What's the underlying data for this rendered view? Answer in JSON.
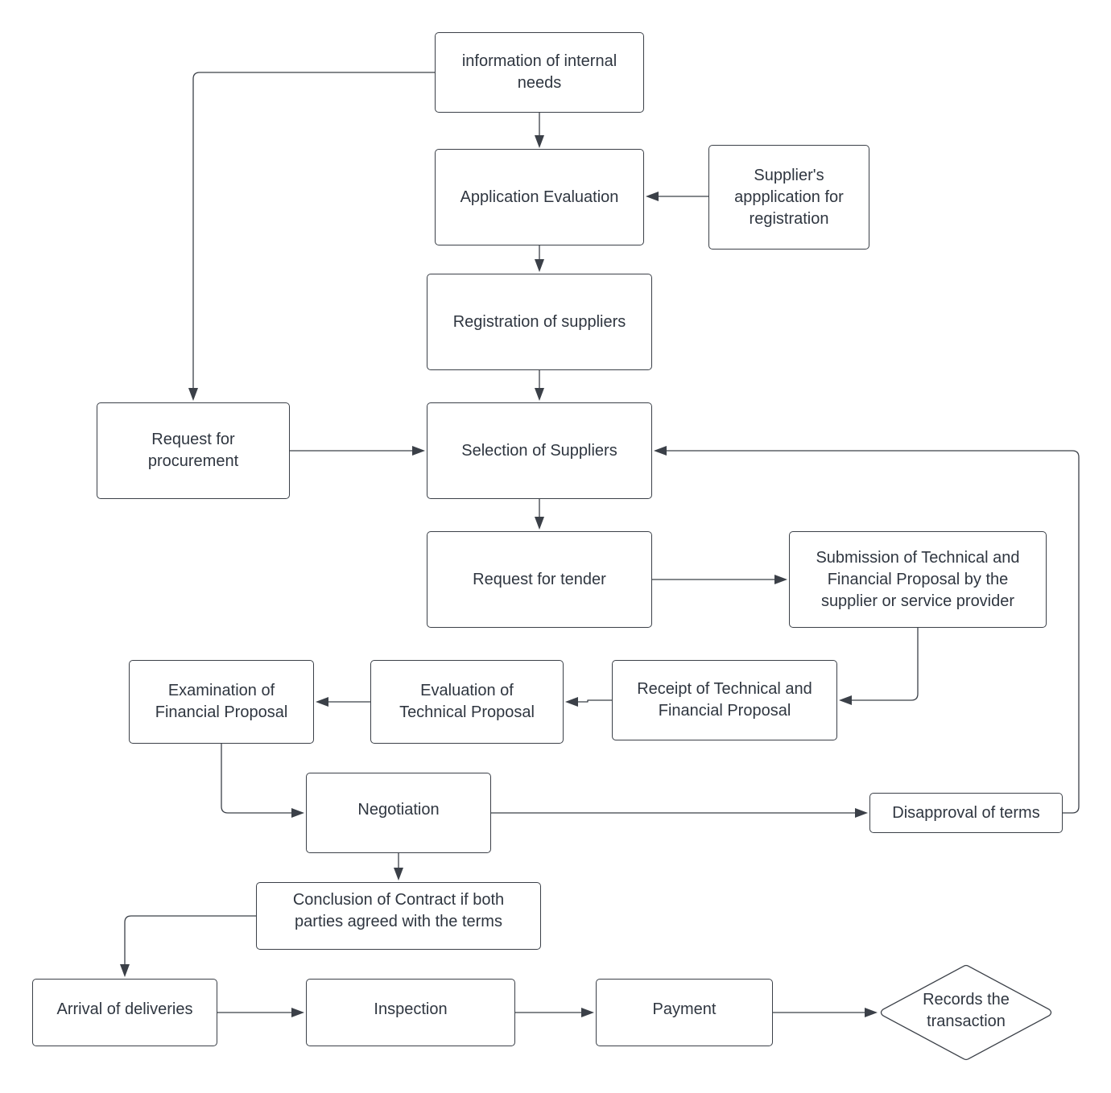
{
  "nodes": {
    "internal_needs": "information of internal needs",
    "application_evaluation": "Application Evaluation",
    "supplier_application": "Supplier's appplication for registration",
    "registration_of_suppliers": "Registration of suppliers",
    "request_for_procurement": "Request for procurement",
    "selection_of_suppliers": "Selection of Suppliers",
    "request_for_tender": "Request for tender",
    "submission_of_proposal": "Submission of Technical and Financial Proposal by the supplier or service provider",
    "receipt_of_proposal": "Receipt of Technical and Financial Proposal",
    "evaluation_of_technical": "Evaluation of Technical Proposal",
    "examination_of_financial": "Examination of Financial Proposal",
    "negotiation": "Negotiation",
    "disapproval_of_terms": "Disapproval of terms",
    "conclusion_of_contract": "Conclusion of Contract if both parties agreed with the terms",
    "arrival_of_deliveries": "Arrival of deliveries",
    "inspection": "Inspection",
    "payment": "Payment",
    "records_transaction": "Records the transaction"
  },
  "colors": {
    "stroke": "#3b4048",
    "text": "#2f3640",
    "background": "#ffffff"
  }
}
